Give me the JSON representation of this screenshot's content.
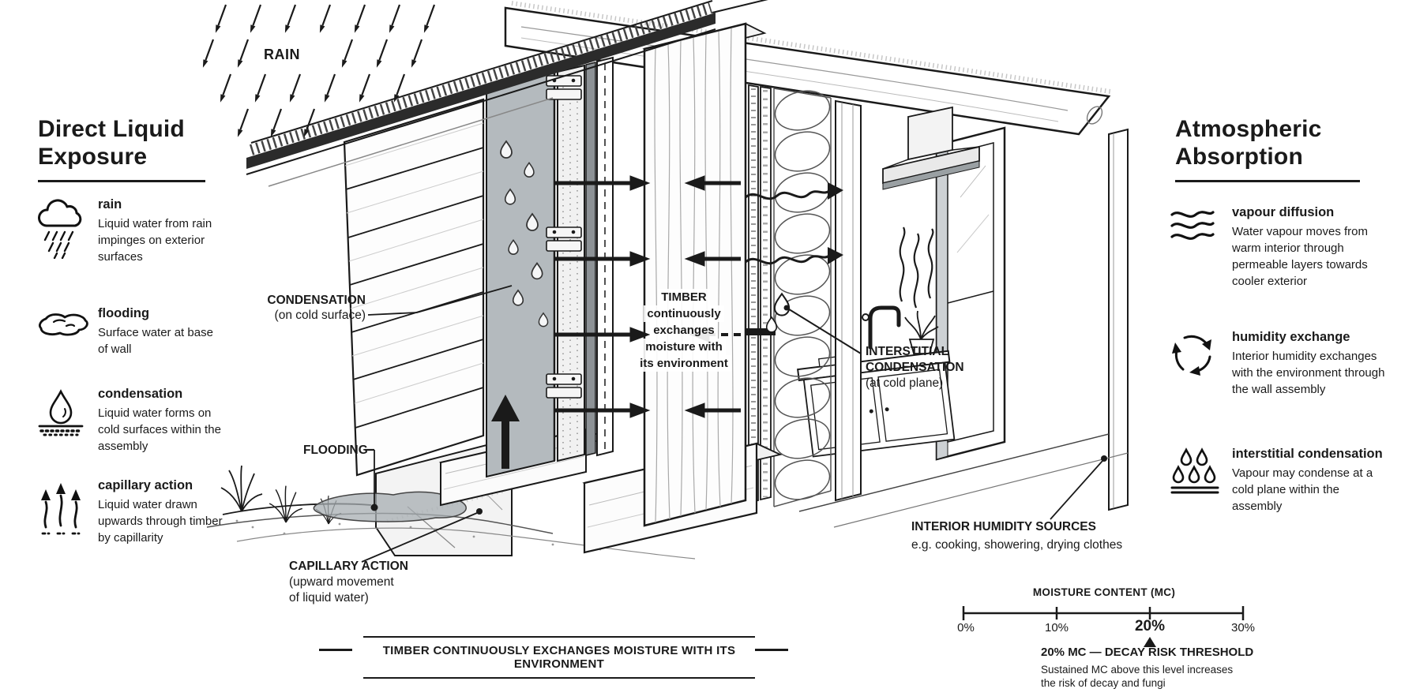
{
  "colors": {
    "ink": "#1a1a1a",
    "membrane_gray": "#b4babe",
    "strip_gray": "#8d9296",
    "paper": "#ffffff"
  },
  "left_panel": {
    "title_lines": [
      "Direct Liquid",
      "Exposure"
    ],
    "items": [
      {
        "icon": "rain-cloud-icon",
        "title": "rain",
        "desc": "Liquid water from rain impinges on exterior surfaces"
      },
      {
        "icon": "puddle-icon",
        "title": "flooding",
        "desc": "Surface water at base of wall"
      },
      {
        "icon": "droplet-surface-icon",
        "title": "condensation",
        "desc": "Liquid water forms on cold surfaces within the assembly"
      },
      {
        "icon": "capillary-arrows-icon",
        "title": "capillary action",
        "desc": "Liquid water drawn upwards through timber by capillarity"
      }
    ]
  },
  "right_panel": {
    "title_lines": [
      "Atmospheric",
      "Absorption"
    ],
    "items": [
      {
        "icon": "vapour-waves-icon",
        "title": "vapour diffusion",
        "desc": "Water vapour moves from warm interior through permeable layers towards cooler exterior"
      },
      {
        "icon": "cycle-arrows-icon",
        "title": "humidity exchange",
        "desc": "Interior humidity exchanges with the environment through the wall assembly"
      },
      {
        "icon": "droplets-plane-icon",
        "title": "interstitial condensation",
        "desc": "Vapour may condense at a cold plane within the assembly"
      }
    ]
  },
  "diagram_labels": {
    "rain": "RAIN",
    "condensation": [
      "CONDENSATION",
      "(on cold surface)"
    ],
    "flooding": "FLOODING",
    "capillary": [
      "CAPILLARY ACTION",
      "(upward movement",
      "of liquid water)"
    ],
    "timber": [
      "TIMBER",
      "continuously",
      "exchanges",
      "moisture with",
      "its environment"
    ],
    "interstitial": [
      "INTERSTITIAL",
      "CONDENSATION",
      "(at cold plane)"
    ],
    "interior_humidity": {
      "title": "INTERIOR HUMIDITY SOURCES",
      "desc": "e.g. cooking, showering, drying clothes"
    }
  },
  "banner": {
    "text": "TIMBER CONTINUOUSLY EXCHANGES MOISTURE WITH ITS ENVIRONMENT"
  },
  "moisture_scale": {
    "title": "MOISTURE CONTENT (MC)",
    "ticks": [
      "0%",
      "10%",
      "20%",
      "30%"
    ],
    "threshold_label": "20% MC — DECAY RISK THRESHOLD",
    "threshold_desc": [
      "Sustained MC above this level increases",
      "the risk of decay and fungi"
    ]
  }
}
